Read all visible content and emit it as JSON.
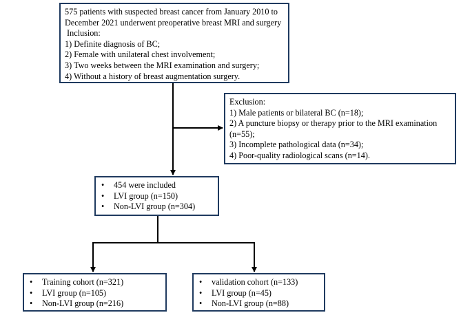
{
  "inclusion": {
    "lines": [
      "575 patients  with suspected breast cancer from January 2010 to",
      "December 2021 underwent preoperative breast MRI  and surgery",
      " Inclusion:",
      "1) Definite diagnosis of BC;",
      "2) Female with unilateral chest involvement;",
      "3) Two weeks between the MRI examination and surgery;",
      "4) Without a history of breast augmentation surgery."
    ]
  },
  "exclusion": {
    "lines": [
      "Exclusion:",
      "1) Male patients or bilateral BC (n=18);",
      "2) A puncture biopsy or therapy prior to the MRI examination",
      "(n=55);",
      "3) Incomplete pathological data (n=34);",
      "4) Poor-quality radiological scans (n=14)."
    ]
  },
  "included": {
    "items": [
      "454 were included",
      "LVI group (n=150)",
      "Non-LVI group (n=304)"
    ]
  },
  "training": {
    "items": [
      "Training cohort (n=321)",
      "LVI group (n=105)",
      "Non-LVI group (n=216)"
    ]
  },
  "validation": {
    "items": [
      "validation cohort (n=133)",
      "LVI group (n=45)",
      "Non-LVI group (n=88)"
    ]
  },
  "colors": {
    "box_border": "#1f3a5f",
    "arrow": "#000000"
  }
}
